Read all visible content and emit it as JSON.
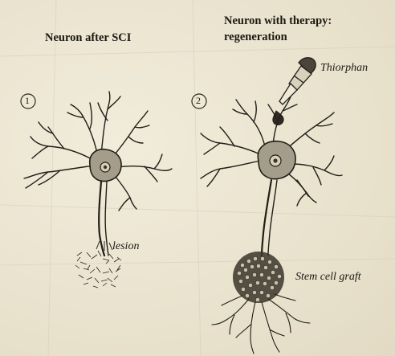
{
  "panel_left": {
    "number": "1",
    "title": "Neuron after SCI",
    "annotation": "lesion"
  },
  "panel_right": {
    "number": "2",
    "title_line1": "Neuron with therapy:",
    "title_line2": "regeneration",
    "drug_label": "Thiorphan",
    "graft_label": "Stem cell graft"
  },
  "colors": {
    "paper": "#ece6d3",
    "ink": "#1c1914",
    "cell_shade": "#a59d8c"
  }
}
